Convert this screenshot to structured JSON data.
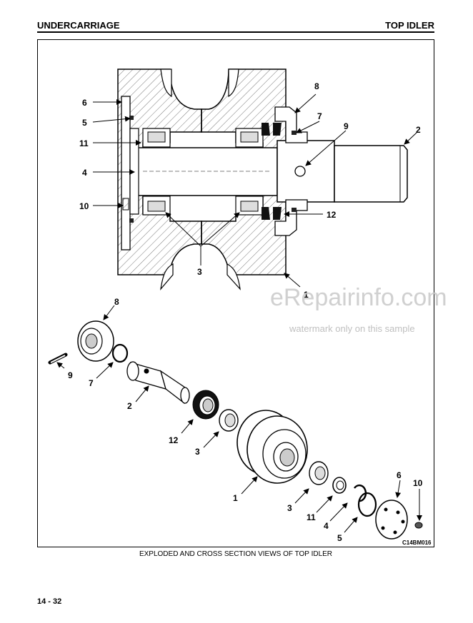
{
  "header": {
    "section": "UNDERCARRIAGE",
    "topic": "TOP IDLER"
  },
  "figure": {
    "code": "C14BM016",
    "caption": "EXPLODED AND CROSS SECTION VIEWS OF TOP IDLER",
    "callouts": {
      "cs_1": "1",
      "cs_2": "2",
      "cs_3": "3",
      "cs_4": "4",
      "cs_5": "5",
      "cs_6": "6",
      "cs_7": "7",
      "cs_8": "8",
      "cs_9": "9",
      "cs_10": "10",
      "cs_11": "11",
      "cs_12": "12",
      "ex_1": "1",
      "ex_2": "2",
      "ex_3a": "3",
      "ex_3b": "3",
      "ex_4": "4",
      "ex_5": "5",
      "ex_6": "6",
      "ex_7": "7",
      "ex_8": "8",
      "ex_9": "9",
      "ex_10": "10",
      "ex_11": "11",
      "ex_12": "12"
    }
  },
  "watermark": {
    "brand": "eRepairinfo.com",
    "note": "watermark only on this sample"
  },
  "footer": {
    "page": "14 - 32"
  }
}
